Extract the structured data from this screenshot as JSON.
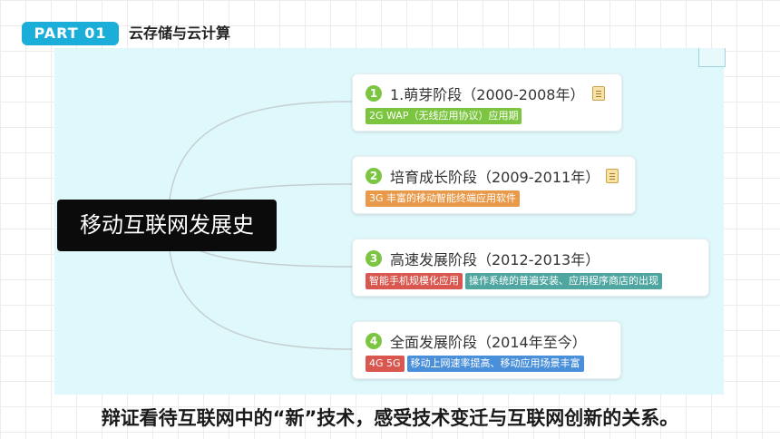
{
  "header": {
    "part_tag": "PART  01",
    "section_title": "云存储与云计算"
  },
  "mindmap": {
    "root": "移动互联网发展史",
    "branches": [
      {
        "number": "1",
        "title": "1.萌芽阶段（2000-2008年）",
        "has_note": true,
        "tags": [
          {
            "text": "2G WAP（无线应用协议）应用期",
            "color": "#7cc540"
          }
        ]
      },
      {
        "number": "2",
        "title": "培育成长阶段（2009-2011年）",
        "has_note": true,
        "tags": [
          {
            "text": "3G 丰富的移动智能终端应用软件",
            "color": "#e8994a"
          }
        ]
      },
      {
        "number": "3",
        "title": "高速发展阶段（2012-2013年）",
        "has_note": false,
        "tags": [
          {
            "text": "智能手机规模化应用",
            "color": "#d9574f"
          },
          {
            "text": "操作系统的普遍安装、应用程序商店的出现",
            "color": "#4fa6a0"
          }
        ]
      },
      {
        "number": "4",
        "title": "全面发展阶段（2014年至今）",
        "has_note": false,
        "tags": [
          {
            "text": "4G 5G",
            "color": "#d9574f"
          },
          {
            "text": "移动上网速率提高、移动应用场景丰富",
            "color": "#4a8fd9"
          }
        ]
      }
    ]
  },
  "footer": {
    "caption": "辩证看待互联网中的“新”技术，感受技术变迁与互联网创新的关系。"
  },
  "colors": {
    "accent": "#1aaed8",
    "map_bg": "#dff8fb",
    "badge": "#7cc540"
  }
}
